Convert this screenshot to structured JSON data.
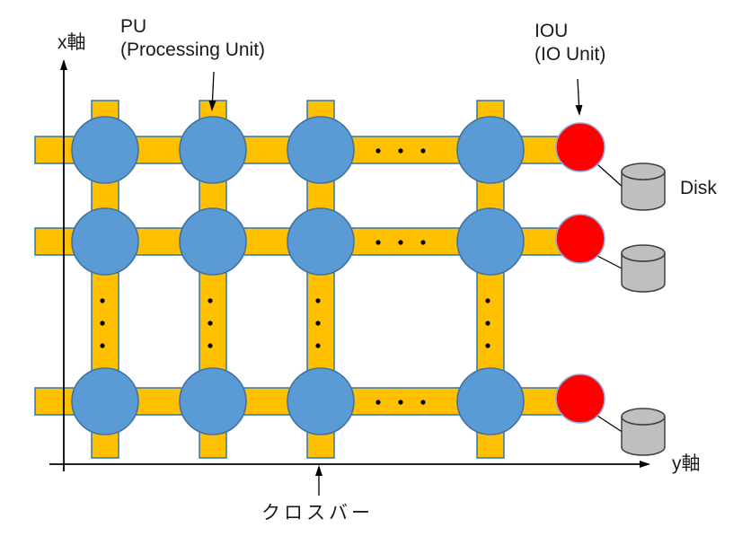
{
  "labels": {
    "x_axis": "x軸",
    "y_axis": "y軸",
    "pu_line1": "PU",
    "pu_line2": "(Processing Unit)",
    "iou_line1": "IOU",
    "iou_line2": "(IO Unit)",
    "disk": "Disk",
    "crossbar": "クロスバー"
  },
  "structure": {
    "pu_rows": 3,
    "pu_cols": 4,
    "iou_count": 3,
    "disk_count": 3,
    "ellipsis_dots_per_group": 3
  },
  "colors": {
    "pu_fill": "#5B9BD5",
    "pu_border": "#41719C",
    "crossbar_fill": "#FFC000",
    "crossbar_border": "#2E75B6",
    "iou_fill": "#FF0000",
    "iou_border": "#8FAADC",
    "disk_fill": "#BFBFBF",
    "disk_border": "#404040",
    "dot": "#000000",
    "line": "#000000",
    "background": "#FFFFFF"
  }
}
